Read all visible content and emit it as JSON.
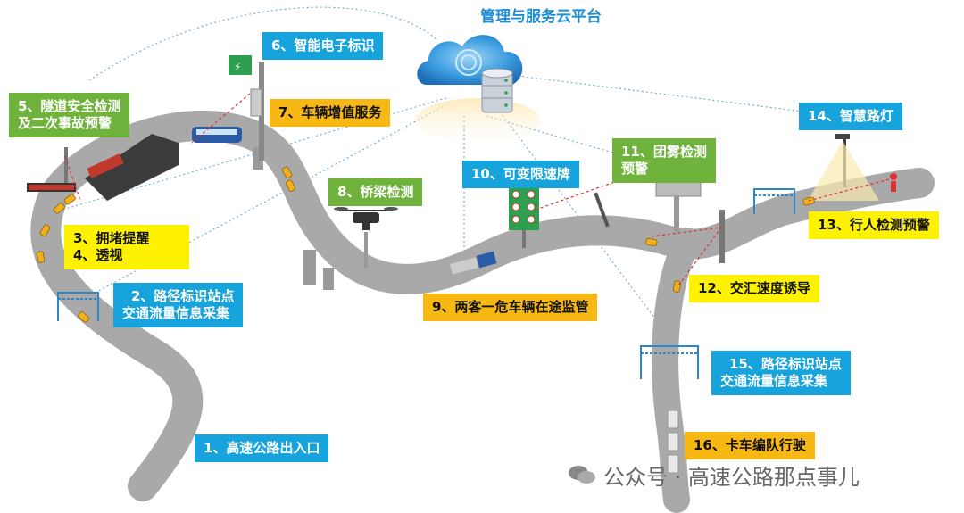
{
  "title": "管理与服务云平台",
  "labels": {
    "l1": "1、高速公路出入口",
    "l2a": "2、路径标识站点",
    "l2b": "交通流量信息采集",
    "l3": "3、拥堵提醒",
    "l4": "4、透视",
    "l5a": "5、隧道安全检测",
    "l5b": "及二次事故预警",
    "l6": "6、智能电子标识",
    "l7": "7、车辆增值服务",
    "l8": "8、桥梁检测",
    "l9": "9、两客一危车辆在途监管",
    "l10": "10、可变限速牌",
    "l11a": "11、团雾检测",
    "l11b": "预警",
    "l12": "12、交汇速度诱导",
    "l13": "13、行人检测预警",
    "l14": "14、智慧路灯",
    "l15a": "15、路径标识站点",
    "l15b": "交通流量信息采集",
    "l16": "16、卡车编队行驶"
  },
  "watermark": "公众号 · 高速公路那点事儿",
  "colors": {
    "blue": "#17a3db",
    "orange": "#f7b813",
    "yellow": "#fff200",
    "green": "#6fb23c",
    "road": "#a9a9a9",
    "title": "#1f8ed6"
  },
  "icons": [
    "cloud-server-icon",
    "drone-icon",
    "truck-icon",
    "bus-icon",
    "car-icon",
    "street-lamp-icon",
    "pedestrian-icon",
    "gantry-icon",
    "wechat-icon"
  ]
}
